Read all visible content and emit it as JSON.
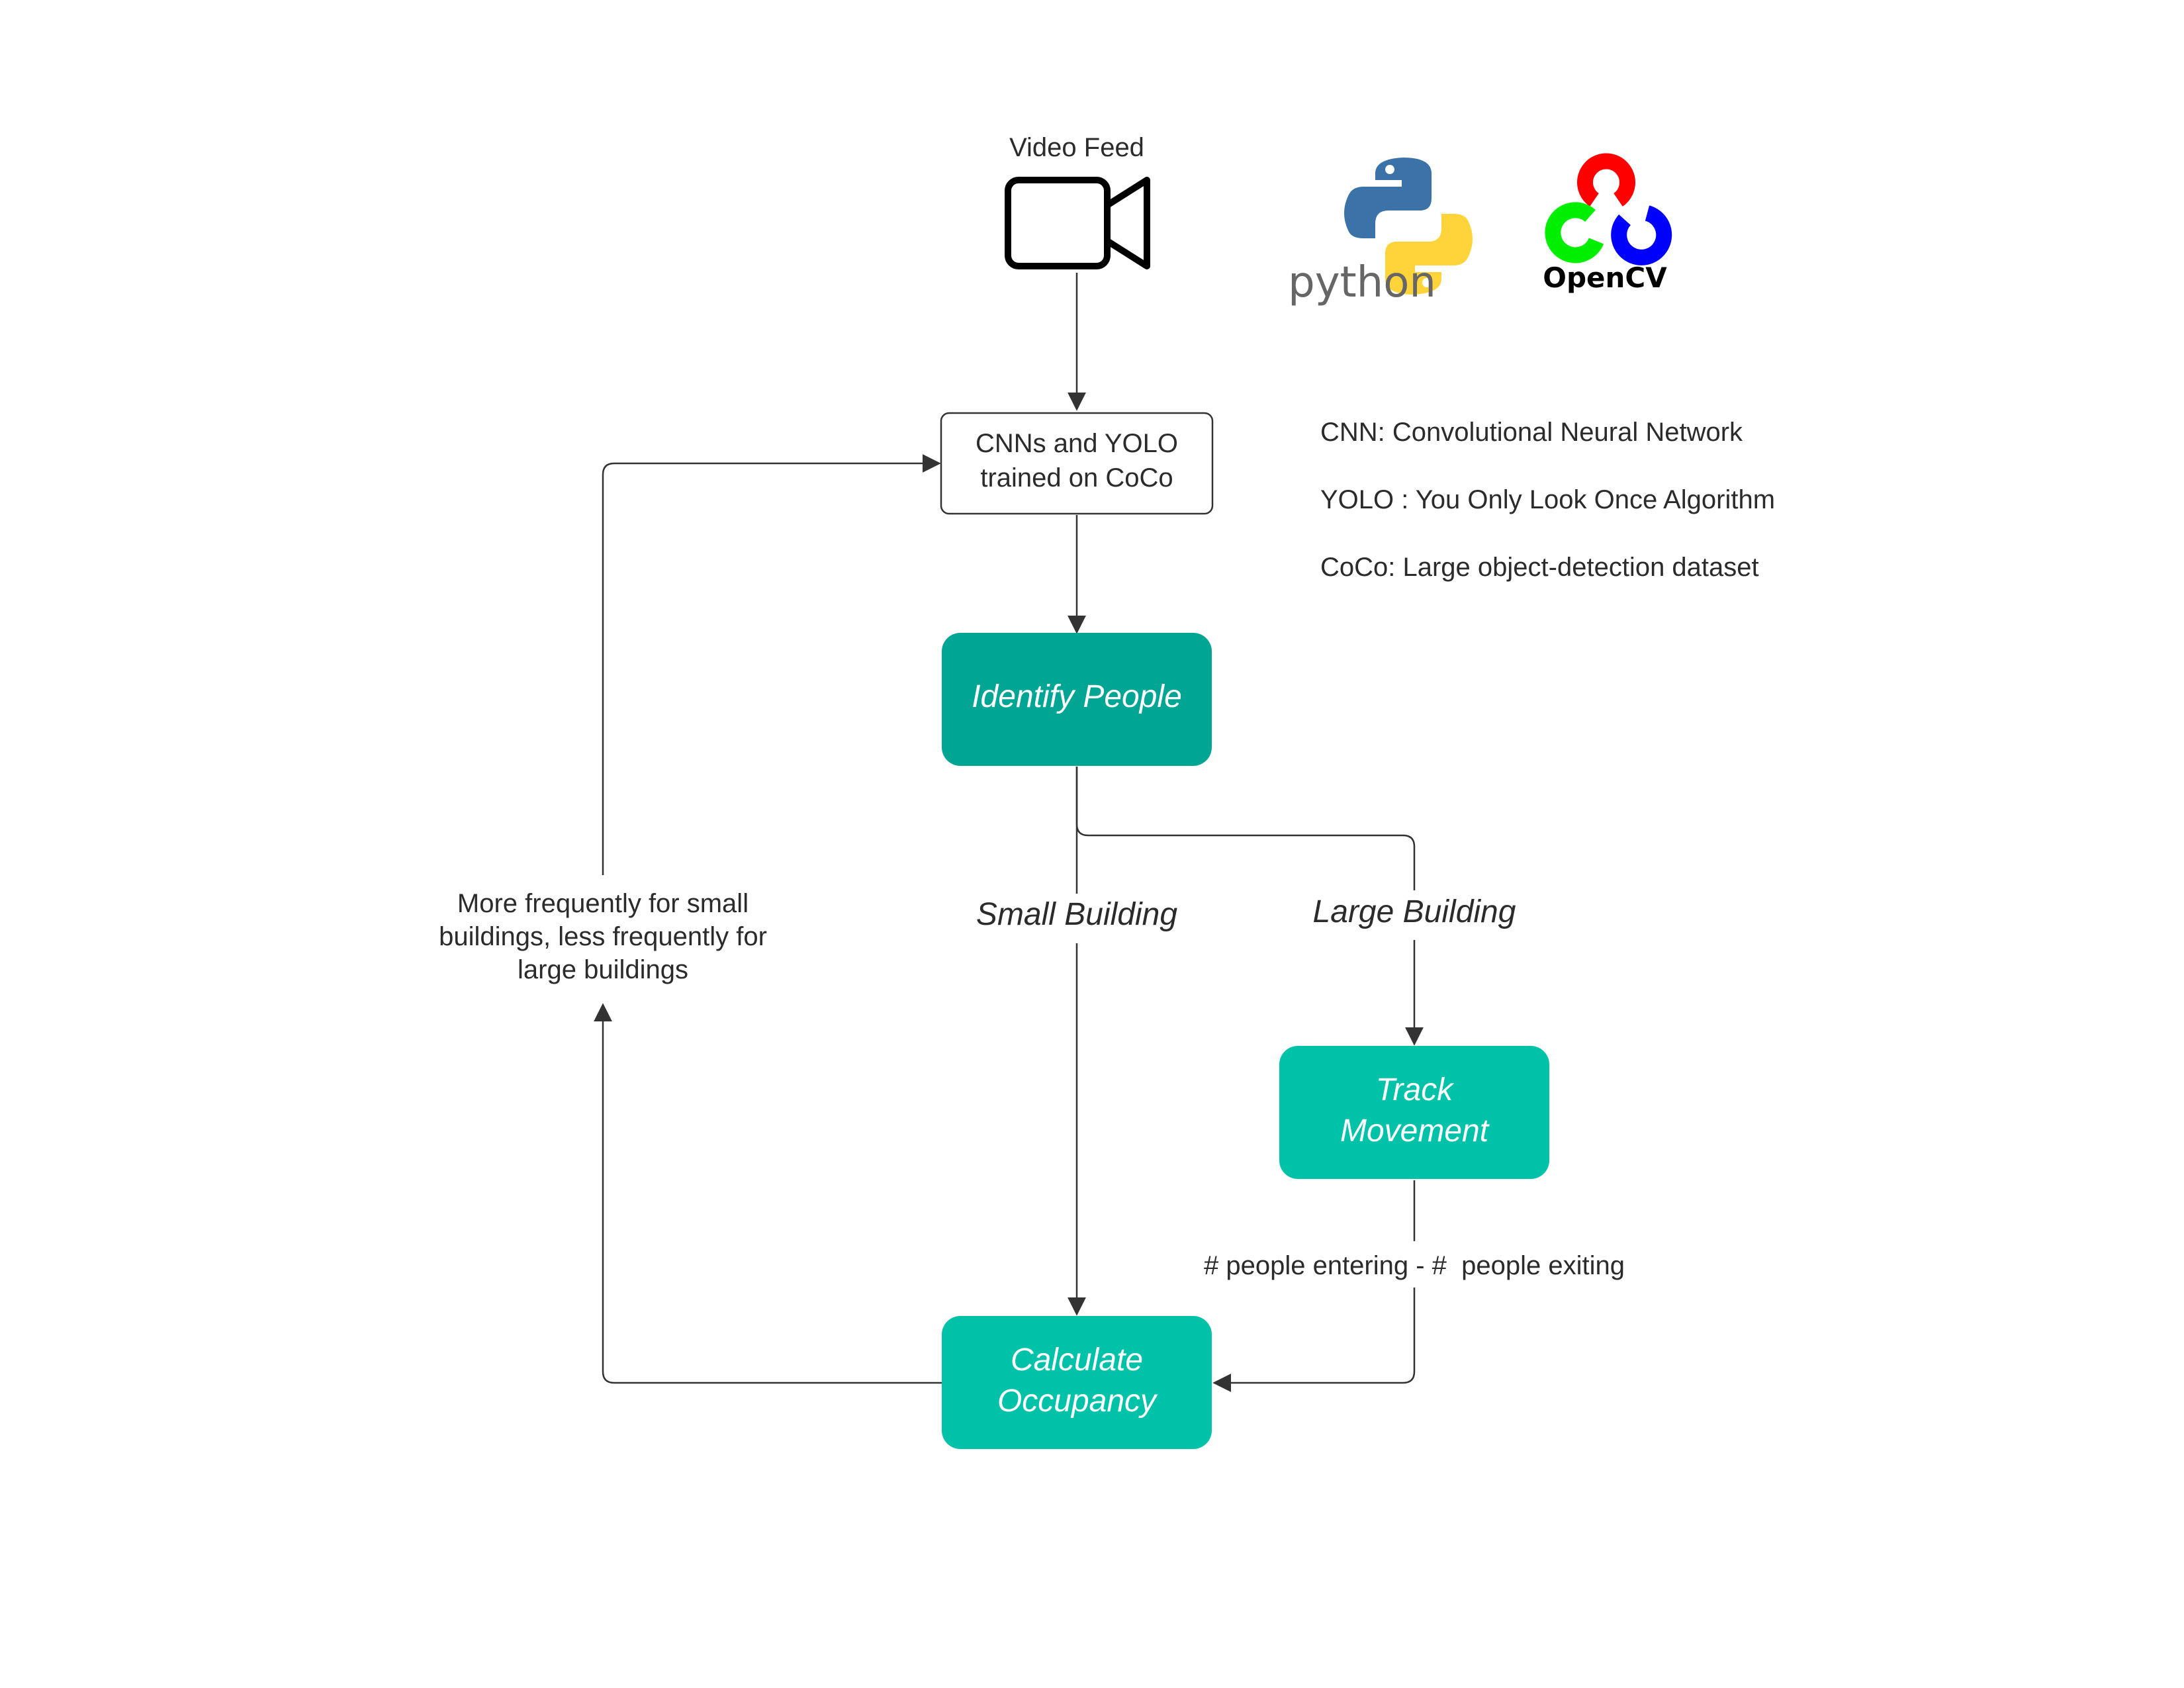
{
  "colors": {
    "identify_fill": "#00A693",
    "teal_fill": "#00C2A8",
    "line": "#333333",
    "python_blue": "#3B73A8",
    "python_yellow": "#FFD43B",
    "opencv_red": "#FF0000",
    "opencv_green": "#00EE00",
    "opencv_blue": "#0000FF"
  },
  "nodes": {
    "video_feed": {
      "label": "Video Feed",
      "icon": "video-camera-icon"
    },
    "cnn_yolo": {
      "lines": [
        "CNNs and YOLO",
        "trained on CoCo"
      ]
    },
    "identify_people": {
      "label": "Identify People"
    },
    "track_movement": {
      "lines": [
        "Track",
        "Movement"
      ]
    },
    "calculate_occupancy": {
      "lines": [
        "Calculate",
        "Occupancy"
      ]
    }
  },
  "edges": {
    "small_building": "Small Building",
    "large_building": "Large Building",
    "people_flow": "# people entering - #  people exiting",
    "feedback": [
      "More frequently for small",
      "buildings, less frequently for",
      "large buildings"
    ]
  },
  "glossary": [
    "CNN: Convolutional Neural Network",
    "YOLO : You Only Look Once Algorithm",
    "CoCo: Large object-detection dataset"
  ],
  "logos": {
    "python": {
      "text": "python",
      "icon": "python-logo-icon"
    },
    "opencv": {
      "text": "OpenCV",
      "icon": "opencv-logo-icon"
    }
  }
}
